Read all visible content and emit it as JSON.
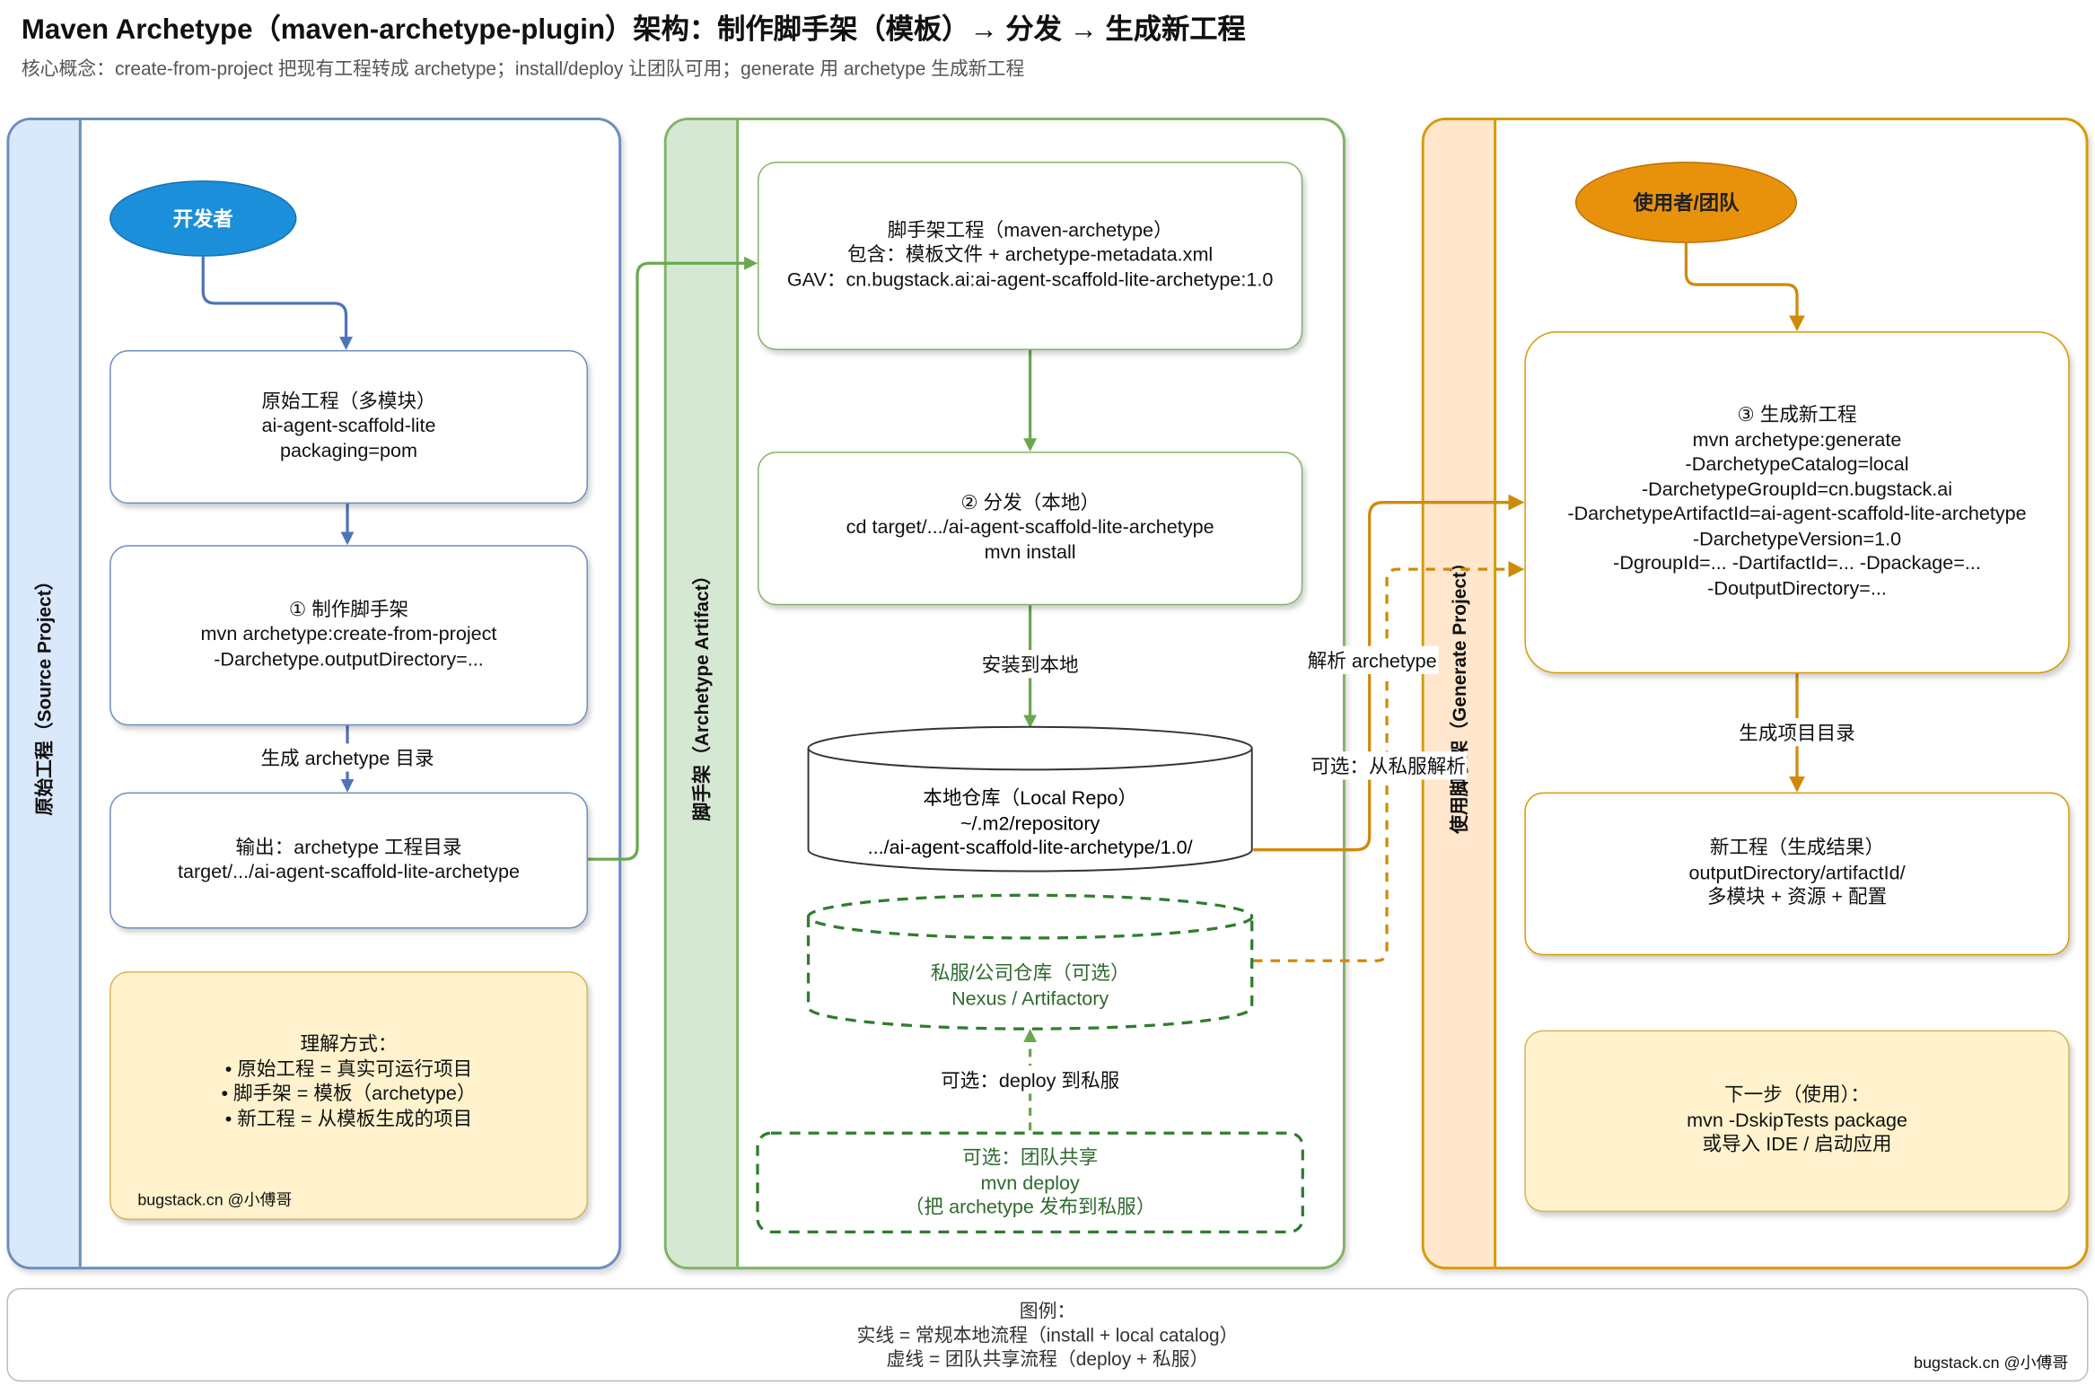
{
  "header": {
    "title": "Maven Archetype（maven-archetype-plugin）架构：制作脚手架（模板）→ 分发 → 生成新工程",
    "subtitle": "核心概念：create-from-project 把现有工程转成 archetype；install/deploy 让团队可用；generate 用 archetype 生成新工程"
  },
  "colors": {
    "blue_lane": "#dae8fc",
    "blue_border": "#6c8ebf",
    "green_lane": "#d5e8d4",
    "green_border": "#82b366",
    "orange_lane": "#ffe6cc",
    "orange_border": "#d79b00",
    "note_fill": "#fff2cc",
    "developer_node": "#1b8fd9",
    "user_node": "#e8920c"
  },
  "lanes": {
    "source": {
      "title": "原始工程（Source Project）",
      "actor": "开发者",
      "original": [
        "原始工程（多模块）",
        "ai-agent-scaffold-lite",
        "packaging=pom"
      ],
      "create": [
        "① 制作脚手架",
        "mvn archetype:create-from-project",
        "-Darchetype.outputDirectory=..."
      ],
      "edge_label": "生成 archetype 目录",
      "output": [
        "输出：archetype 工程目录",
        "target/.../ai-agent-scaffold-lite-archetype"
      ],
      "note": [
        "理解方式：",
        "• 原始工程 = 真实可运行项目",
        "• 脚手架 = 模板（archetype）",
        "• 新工程 = 从模板生成的项目"
      ],
      "watermark": "bugstack.cn @小傅哥"
    },
    "artifact": {
      "title": "脚手架（Archetype Artifact）",
      "project": [
        "脚手架工程（maven-archetype）",
        "包含：模板文件 + archetype-metadata.xml",
        "GAV：cn.bugstack.ai:ai-agent-scaffold-lite-archetype:1.0"
      ],
      "distribute": [
        "② 分发（本地）",
        "cd target/.../ai-agent-scaffold-lite-archetype",
        "mvn install"
      ],
      "install_label": "安装到本地",
      "local_repo": [
        "本地仓库（Local Repo）",
        "~/.m2/repository",
        ".../ai-agent-scaffold-lite-archetype/1.0/"
      ],
      "private_repo": [
        "私服/公司仓库（可选）",
        "Nexus / Artifactory"
      ],
      "deploy_label": "可选：deploy 到私服",
      "team_share": [
        "可选：团队共享",
        "mvn deploy",
        "（把 archetype 发布到私服）"
      ]
    },
    "generate": {
      "title": "使用脚手架（Generate Project）",
      "actor": "使用者/团队",
      "generate": [
        "③ 生成新工程",
        "mvn archetype:generate",
        "-DarchetypeCatalog=local",
        "-DarchetypeGroupId=cn.bugstack.ai",
        "-DarchetypeArtifactId=ai-agent-scaffold-lite-archetype",
        "-DarchetypeVersion=1.0",
        "-DgroupId=... -DartifactId=... -Dpackage=...",
        "-DoutputDirectory=..."
      ],
      "edge_label": "生成项目目录",
      "result": [
        "新工程（生成结果）",
        "outputDirectory/artifactId/",
        "多模块 + 资源 + 配置"
      ],
      "next": [
        "下一步（使用）：",
        "mvn -DskipTests package",
        "或导入 IDE / 启动应用"
      ]
    }
  },
  "cross_labels": {
    "resolve": "解析 archetype",
    "resolve_private": "可选：从私服解析"
  },
  "legend": {
    "title": "图例：",
    "solid": "实线 = 常规本地流程（install + local catalog）",
    "dashed": "虚线 = 团队共享流程（deploy + 私服）",
    "watermark": "bugstack.cn @小傅哥"
  }
}
